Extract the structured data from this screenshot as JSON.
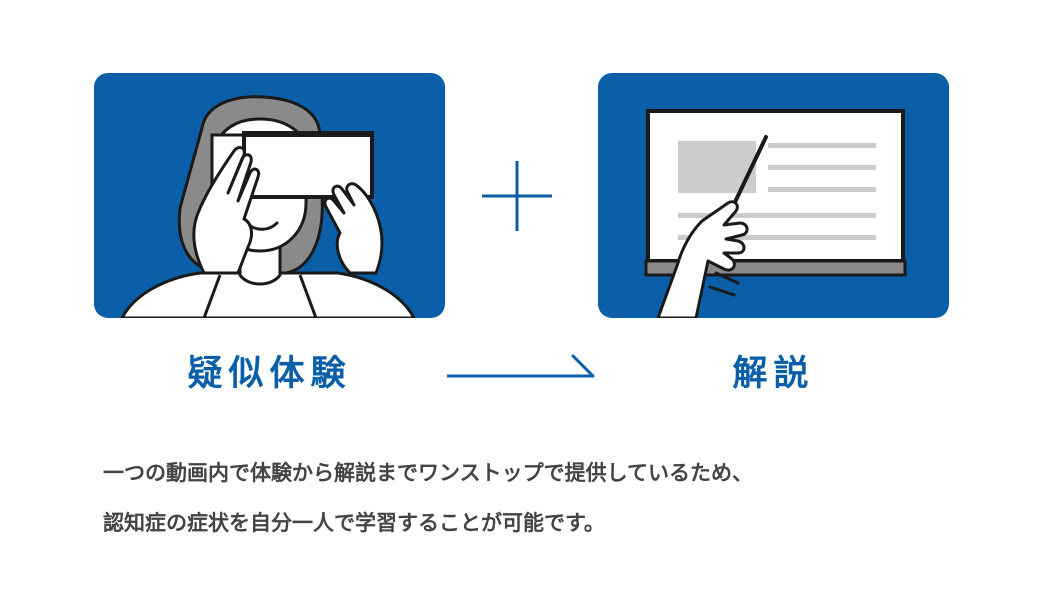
{
  "colors": {
    "brand_blue": "#0a5fa8",
    "text_gray": "#444444",
    "line_black": "#1a1a1a",
    "hair_gray": "#8a8a8a",
    "board_gray": "#cccccc"
  },
  "left_block": {
    "caption": "疑似体験",
    "illustration": "woman-wearing-vr-headset-icon"
  },
  "right_block": {
    "caption": "解説",
    "illustration": "hand-pointing-at-whiteboard-icon"
  },
  "connectors": {
    "plus": "plus-icon",
    "arrow": "arrow-right-icon"
  },
  "description": {
    "line1": "一つの動画内で体験から解説までワンストップで提供しているため、",
    "line2": "認知症の症状を自分一人で学習することが可能です。"
  }
}
